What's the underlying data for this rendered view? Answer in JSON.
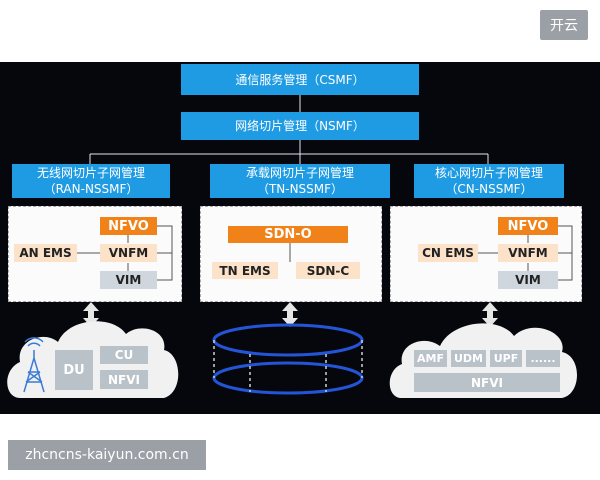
{
  "corner_badge": "开云",
  "watermark": "zhcncns-kaiyun.com.cn",
  "top_layer": {
    "csmf": "通信服务管理（CSMF）",
    "nsmf": "网络切片管理（NSMF）"
  },
  "subnets": [
    {
      "title_line1": "无线网切片子网管理",
      "title_line2": "（RAN-NSSMF）"
    },
    {
      "title_line1": "承载网切片子网管理",
      "title_line2": "（TN-NSSMF）"
    },
    {
      "title_line1": "核心网切片子网管理",
      "title_line2": "（CN-NSSMF）"
    }
  ],
  "ran": {
    "nfvo": "NFVO",
    "vnfm": "VNFM",
    "vim": "VIM",
    "ems": "AN EMS"
  },
  "tn": {
    "sdno": "SDN-O",
    "tnems": "TN EMS",
    "sdnc": "SDN-C"
  },
  "cn": {
    "nfvo": "NFVO",
    "vnfm": "VNFM",
    "vim": "VIM",
    "ems": "CN EMS"
  },
  "ran_cloud": {
    "du": "DU",
    "cu": "CU",
    "nfvi": "NFVI"
  },
  "cn_cloud": {
    "amf": "AMF",
    "udm": "UDM",
    "upf": "UPF",
    "more": "......",
    "nfvi": "NFVI"
  },
  "colors": {
    "blue": "#1f9be3",
    "orange": "#f08219",
    "peach": "#fbe2c8",
    "gray": "#cfd6dd",
    "dark": "#05070d"
  }
}
